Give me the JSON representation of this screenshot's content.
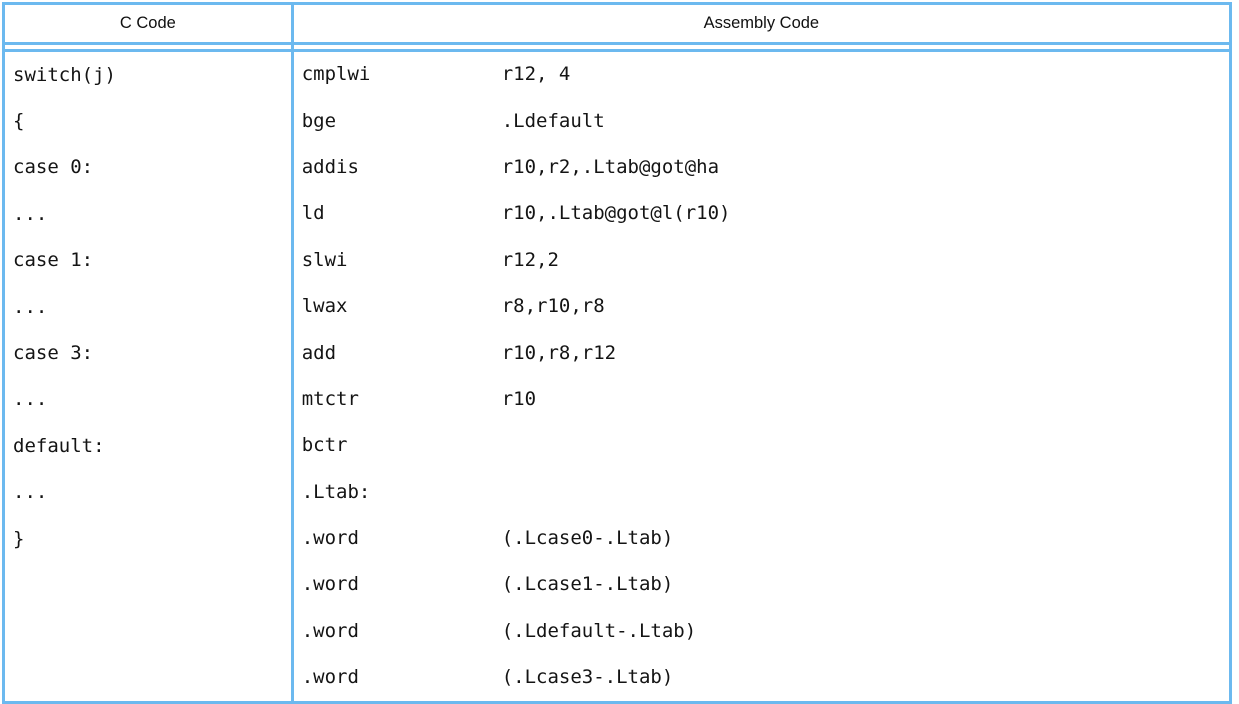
{
  "table": {
    "headers": {
      "c_code": "C Code",
      "assembly_code": "Assembly Code"
    },
    "border_color": "#6cb9ef",
    "text_color": "#141414",
    "rows": [
      {
        "c": "switch(j)",
        "mnemonic": "cmplwi",
        "operand": "r12, 4"
      },
      {
        "c": "{",
        "mnemonic": "bge",
        "operand": ".Ldefault"
      },
      {
        "c": "case 0:",
        "mnemonic": "addis",
        "operand": "r10,r2,.Ltab@got@ha"
      },
      {
        "c": "...",
        "mnemonic": "ld",
        "operand": "r10,.Ltab@got@l(r10)"
      },
      {
        "c": "case 1:",
        "mnemonic": "slwi",
        "operand": "r12,2"
      },
      {
        "c": "...",
        "mnemonic": "lwax",
        "operand": "r8,r10,r8"
      },
      {
        "c": "case 3:",
        "mnemonic": "add",
        "operand": "r10,r8,r12"
      },
      {
        "c": "...",
        "mnemonic": "mtctr",
        "operand": "r10"
      },
      {
        "c": "default:",
        "mnemonic": "bctr",
        "operand": ""
      },
      {
        "c": "...",
        "mnemonic": ".Ltab:",
        "operand": ""
      },
      {
        "c": "}",
        "mnemonic": ".word",
        "operand": "(.Lcase0-.Ltab)"
      },
      {
        "c": "",
        "mnemonic": ".word",
        "operand": "(.Lcase1-.Ltab)"
      },
      {
        "c": "",
        "mnemonic": ".word",
        "operand": "(.Ldefault-.Ltab)"
      },
      {
        "c": "",
        "mnemonic": ".word",
        "operand": "(.Lcase3-.Ltab)"
      }
    ]
  }
}
